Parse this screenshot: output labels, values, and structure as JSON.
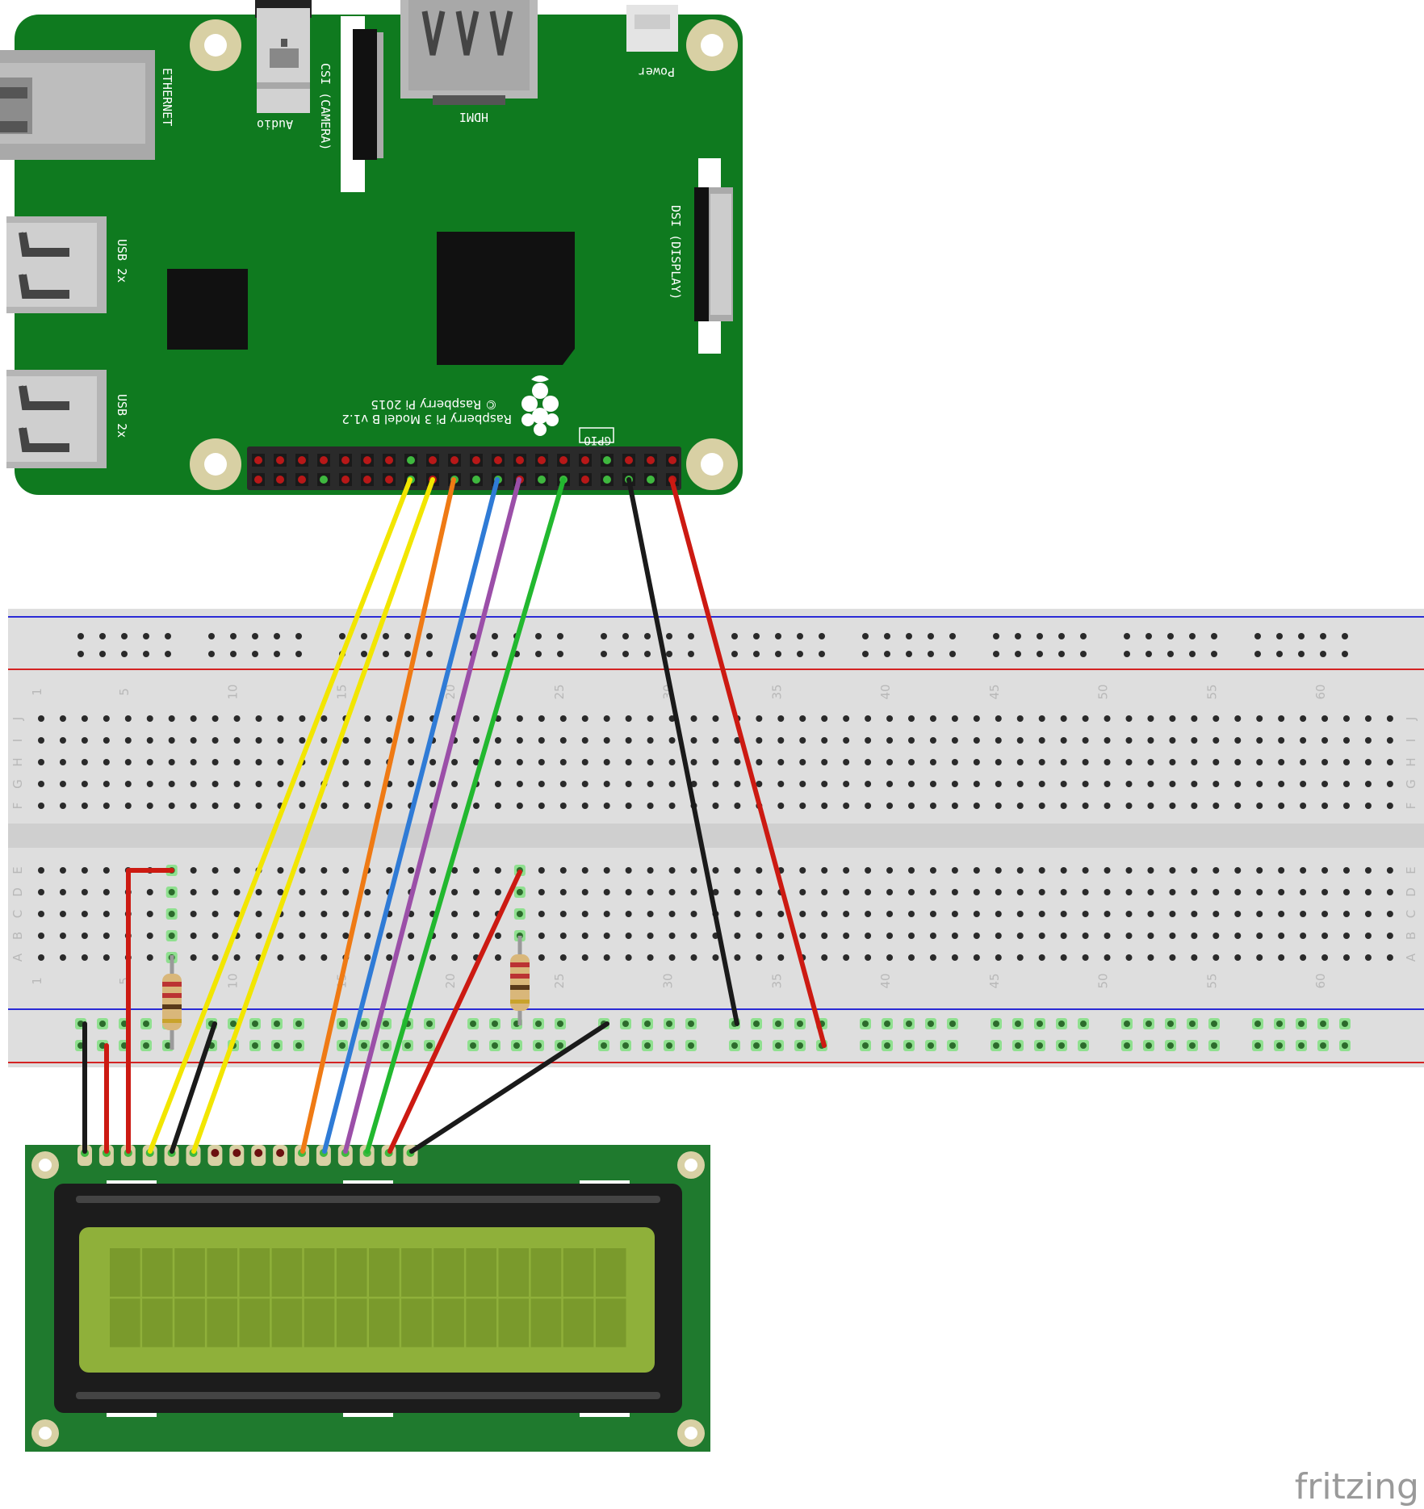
{
  "pi": {
    "ethernet_label": "ETHERNET",
    "usb_top_label": "USB 2x",
    "usb_bottom_label": "USB 2x",
    "audio_label": "Audio",
    "csi_label": "CSI (CAMERA)",
    "hdmi_label": "HDMI",
    "power_label": "Power",
    "dsi_label": "DSI (DISPLAY)",
    "gpio_label": "GPIO",
    "model_label": "Raspberry Pi 3 Model B v1.2",
    "copyright_label": "© Raspberry Pi 2015",
    "board_color": "#0f7a1f",
    "hole_color": "#d8d0a4"
  },
  "breadboard": {
    "row_letters_top": [
      "J",
      "I",
      "H",
      "G",
      "F"
    ],
    "row_letters_bottom": [
      "E",
      "D",
      "C",
      "B",
      "A"
    ],
    "column_numbers": [
      "1",
      "5",
      "10",
      "15",
      "20",
      "25",
      "30",
      "35",
      "40",
      "45",
      "50",
      "55",
      "60"
    ],
    "rail_blue": "#2b2bd6",
    "rail_red": "#d42323"
  },
  "wires": [
    {
      "name": "yellow",
      "color": "#f2e600"
    },
    {
      "name": "yellow",
      "color": "#f2e600"
    },
    {
      "name": "orange",
      "color": "#ef7a14"
    },
    {
      "name": "blue",
      "color": "#2f7bd6"
    },
    {
      "name": "purple",
      "color": "#9b4fa8"
    },
    {
      "name": "green",
      "color": "#22b82f"
    },
    {
      "name": "black",
      "color": "#1a1a1a"
    },
    {
      "name": "red",
      "color": "#cc1a12"
    }
  ],
  "lcd": {
    "board_color": "#1f7a2e",
    "screen_color": "#8fb03a",
    "cell_color": "#7a9a2c",
    "columns": 16,
    "rows": 2,
    "pin_count": 16
  },
  "brand": "fritzing"
}
